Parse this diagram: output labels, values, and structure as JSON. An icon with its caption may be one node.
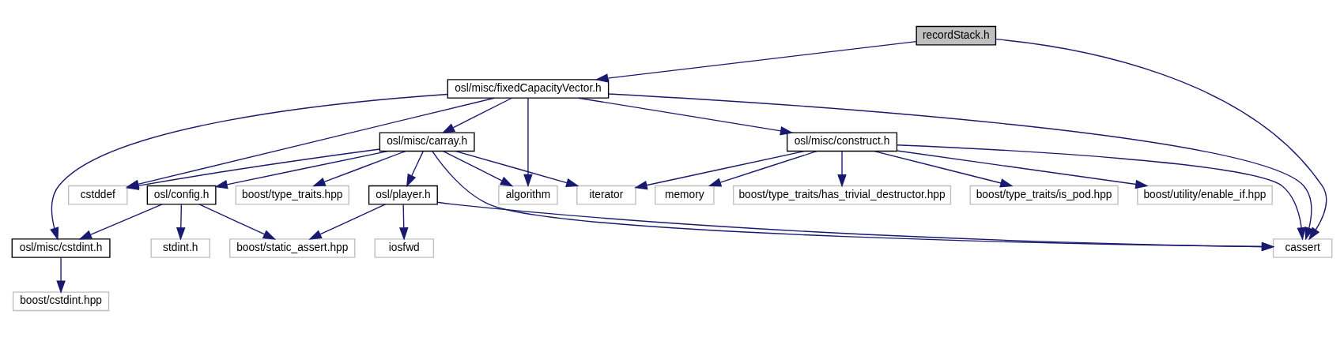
{
  "diagram": {
    "nodes": [
      {
        "text": [
          "recordStack.h"
        ]
      },
      {
        "text": [
          "osl/misc/fixedCapacityVector.h"
        ]
      },
      {
        "text": [
          "osl/misc/construct.h"
        ]
      },
      {
        "text": [
          "osl/misc/carray.h"
        ]
      },
      {
        "text": [
          "memory"
        ]
      },
      {
        "text": [
          "boost/type_traits/has_trivial_destructor.hpp"
        ]
      },
      {
        "text": [
          "boost/type_traits/is_pod.hpp"
        ]
      },
      {
        "text": [
          "boost/utility/enable_if.hpp"
        ]
      },
      {
        "text": [
          "iterator"
        ]
      },
      {
        "text": [
          "cstddef"
        ]
      },
      {
        "text": [
          "boost/type_traits.hpp"
        ]
      },
      {
        "text": [
          "osl/player.h"
        ]
      },
      {
        "text": [
          "osl/config.h"
        ]
      },
      {
        "text": [
          "algorithm"
        ]
      },
      {
        "text": [
          "cassert"
        ]
      },
      {
        "text": [
          "iosfwd"
        ]
      },
      {
        "text": [
          "boost/static_assert.hpp"
        ]
      },
      {
        "text": [
          "stdint.h"
        ]
      },
      {
        "text": [
          "osl/misc/cstdint.h"
        ]
      },
      {
        "text": [
          "boost/cstdint.hpp"
        ]
      }
    ],
    "edges": [
      {
        "from": 0,
        "to": 1,
        "arrow": "to"
      },
      {
        "from": 0,
        "to": 14,
        "arrow": "to"
      },
      {
        "from": 1,
        "to": 14,
        "arrow": "to"
      },
      {
        "from": 1,
        "to": 2,
        "arrow": "to"
      },
      {
        "from": 1,
        "to": 9,
        "arrow": "to"
      },
      {
        "from": 1,
        "to": 3,
        "arrow": "to"
      },
      {
        "from": 1,
        "to": 13,
        "arrow": "to"
      },
      {
        "from": 1,
        "to": 18,
        "arrow": "to"
      },
      {
        "from": 2,
        "to": 4,
        "arrow": "to"
      },
      {
        "from": 2,
        "to": 5,
        "arrow": "to"
      },
      {
        "from": 2,
        "to": 6,
        "arrow": "to"
      },
      {
        "from": 2,
        "to": 7,
        "arrow": "to"
      },
      {
        "from": 2,
        "to": 8,
        "arrow": "to"
      },
      {
        "from": 2,
        "to": 14,
        "arrow": "to"
      },
      {
        "from": 3,
        "to": 8,
        "arrow": "to"
      },
      {
        "from": 3,
        "to": 9,
        "arrow": "to"
      },
      {
        "from": 3,
        "to": 10,
        "arrow": "to"
      },
      {
        "from": 3,
        "to": 14,
        "arrow": "to"
      },
      {
        "from": 3,
        "to": 11,
        "arrow": "to"
      },
      {
        "from": 3,
        "to": 12,
        "arrow": "to"
      },
      {
        "from": 3,
        "to": 13,
        "arrow": "to"
      },
      {
        "from": 11,
        "to": 14,
        "arrow": "to"
      },
      {
        "from": 11,
        "to": 15,
        "arrow": "to"
      },
      {
        "from": 11,
        "to": 16,
        "arrow": "to"
      },
      {
        "from": 12,
        "to": 16,
        "arrow": "to"
      },
      {
        "from": 12,
        "to": 17,
        "arrow": "to"
      },
      {
        "from": 12,
        "to": 18,
        "arrow": "to"
      },
      {
        "from": 18,
        "to": 19,
        "arrow": "to"
      }
    ]
  }
}
